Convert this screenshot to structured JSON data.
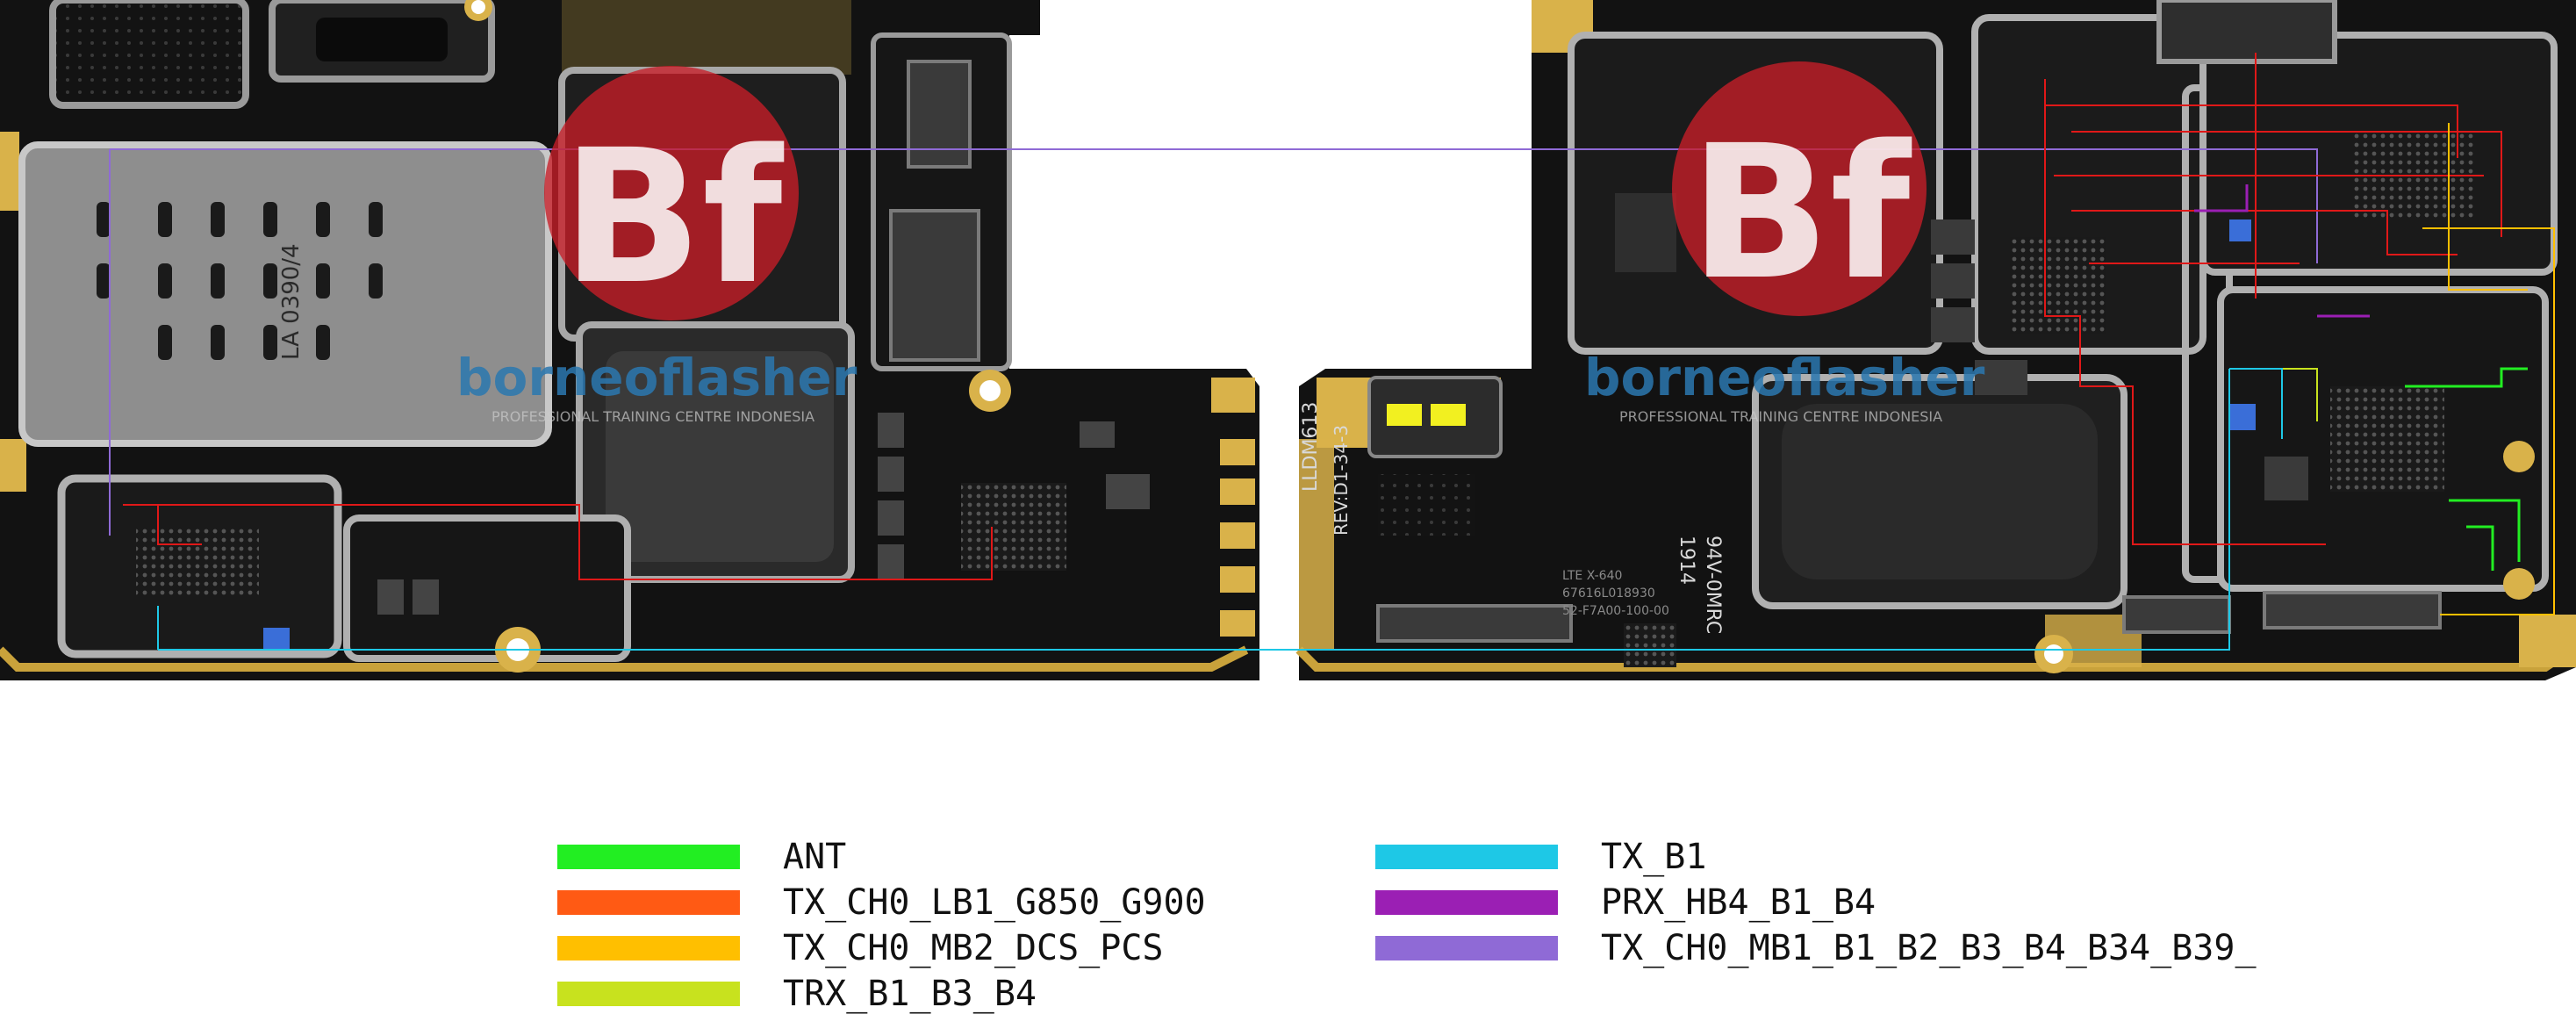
{
  "watermark": {
    "logo_letters": "Bf",
    "brand": "borneoflasher",
    "tagline": "PROFESSIONAL TRAINING CENTRE INDONESIA"
  },
  "board_labels": {
    "left_can": "LA 0390/4",
    "connector_a": "LLDM613",
    "rev": "REV:D1-34-3",
    "hp_label": "94V-0MRC",
    "date_code": "1914",
    "model_code": "LTE X-640",
    "serial_a": "67616L018930",
    "serial_b": "52-F7A00-100-00"
  },
  "legend": {
    "items": [
      {
        "label": "ANT",
        "color": "#22ee22"
      },
      {
        "label": "TX_CH0_LB1_G850_G900",
        "color": "#ff5a14"
      },
      {
        "label": "TX_CH0_MB2_DCS_PCS",
        "color": "#ffbf00"
      },
      {
        "label": "TRX_B1_B3_B4",
        "color": "#c8e21e"
      },
      {
        "label": "TX_B1",
        "color": "#1ec8e6"
      },
      {
        "label": "PRX_HB4_B1_B4",
        "color": "#9b1fb4"
      },
      {
        "label": "TX_CH0_MB1_B1_B2_B3_B4_B34_B39_",
        "color": "#8f6ad6"
      }
    ]
  },
  "trace_colors": {
    "red": "#e01818",
    "purple": "#8f6ad6",
    "cyan": "#1ec8e6",
    "green": "#22ee22",
    "orange": "#ffbf00"
  }
}
